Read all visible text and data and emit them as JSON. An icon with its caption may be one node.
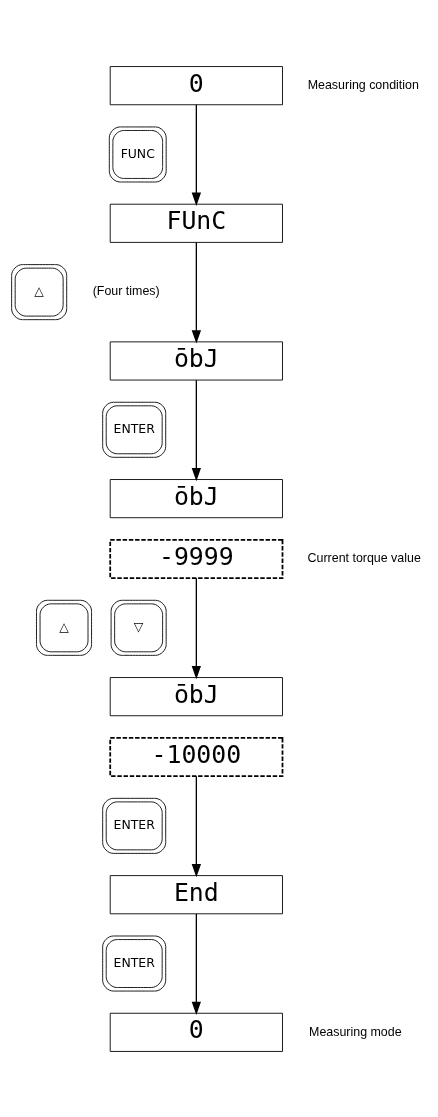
{
  "diagram": {
    "nodes": [
      {
        "text": [
          "0"
        ],
        "beside": [
          "Measuring condition"
        ]
      },
      {
        "text": [
          "FUNC"
        ]
      },
      {
        "text": [
          "FUnC"
        ]
      },
      {
        "text": [
          "△"
        ],
        "beside": [
          "(Four times)"
        ]
      },
      {
        "text": [
          "ōbJ"
        ]
      },
      {
        "text": [
          "ENTER"
        ]
      },
      {
        "text": [
          "ōbJ"
        ]
      },
      {
        "text": [
          "-9999"
        ],
        "beside": [
          "Current torque value"
        ]
      },
      {
        "text": [
          "△"
        ]
      },
      {
        "text": [
          "▽"
        ]
      },
      {
        "text": [
          "ōbJ"
        ]
      },
      {
        "text": [
          "-10000"
        ]
      },
      {
        "text": [
          "ENTER"
        ]
      },
      {
        "text": [
          "End"
        ]
      },
      {
        "text": [
          "ENTER"
        ]
      },
      {
        "text": [
          "0"
        ],
        "beside": [
          "Measuring mode"
        ]
      }
    ],
    "edges": [
      {
        "from": 0,
        "to": 2,
        "arrow": "to"
      },
      {
        "from": 2,
        "to": 4,
        "arrow": "to"
      },
      {
        "from": 4,
        "to": 6,
        "arrow": "to"
      },
      {
        "from": 7,
        "to": 10,
        "arrow": "to"
      },
      {
        "from": 11,
        "to": 13,
        "arrow": "to"
      },
      {
        "from": 13,
        "to": 15,
        "arrow": "to"
      }
    ]
  }
}
